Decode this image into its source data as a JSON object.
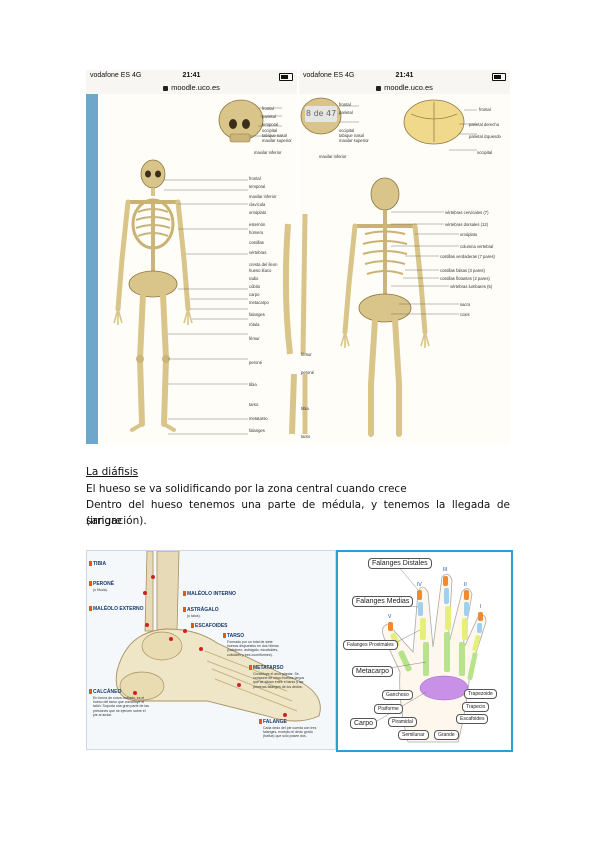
{
  "phone_left": {
    "carrier": "vodafone ES 4G",
    "time": "21:41",
    "url": "moodle.uco.es",
    "labels": [
      "frontal",
      "parietal",
      "temporal",
      "occipital",
      "tabique nasal",
      "maxilar superior",
      "maxilar inferior",
      "frontal",
      "temporal",
      "maxilar inferior",
      "clavícula",
      "omóplato",
      "esternón",
      "húmero",
      "costillas",
      "vértebras",
      "cresta del íleon",
      "hueso ilíaco",
      "radio",
      "cúbito",
      "carpo",
      "metacarpo",
      "falanges",
      "fémur",
      "peroné",
      "tibia",
      "tarso",
      "metatarso",
      "falanges",
      "rótula"
    ]
  },
  "phone_right": {
    "carrier": "vodafone ES 4G",
    "time": "21:41",
    "url": "moodle.uco.es",
    "page_badge": "8 de 47",
    "labels": [
      "frontal",
      "parietal",
      "occipital",
      "tabique nasal",
      "maxilar superior",
      "maxilar inferior",
      "frontal",
      "parietal derecho",
      "parietal izquierdo",
      "occipital",
      "vértebras cervicales (7)",
      "vértebras dorsales (12)",
      "omóplato",
      "columna vertebral",
      "costillas verdaderas (7 pares)",
      "costillas falsas (3 pares)",
      "costillas flotantes (2 pares)",
      "vértebras lumbares (5)",
      "sacro",
      "coxis",
      "fémur",
      "peroné",
      "tibia",
      "tarso"
    ]
  },
  "text": {
    "heading": "La diáfisis",
    "line1": "El hueso se va solidificando por la zona central cuando crece",
    "line2a": "Dentro del hueso tenemos una parte de médula, y tenemos la llegada de sangre",
    "line2b": "(irrigación)."
  },
  "foot_image": {
    "tibia": "TIBIA",
    "perone": "PERONÉ",
    "perone_sub": "(o fíbula).",
    "maleolo_externo": "MALÉOLO EXTERNO",
    "maleolo_interno": "MALÉOLO INTERNO",
    "astragalo": "ASTRÁGALO",
    "astragalo_sub": "(o talus).",
    "escafoides": "ESCAFOIDES",
    "tarso": "TARSO",
    "tarso_desc": "Formado por un total de siete huesos dispuestos en dos hileras (calcáneo, astrágalo, escafoides, cuboides y tres cuneiformes).",
    "metatarso": "METATARSO",
    "metatarso_desc": "Constituye el arco plantar. Se compone de cinco huesos largos que se sitúan entre el tarso y las primeras falanges de los dedos.",
    "calcaneo": "CALCÁNEO",
    "calcaneo_desc": "En forma de curva ovalado, es el hueso del tarso que constituye el talón. Soporta una gran parte de las presiones que se ejercen sobre el pie al andar.",
    "falange": "FALANGE",
    "falange_desc": "Cada dedo del pie cuenta con tres falanges, excepto el dedo gordo (hallux) que solo posee dos."
  },
  "hand_image": {
    "falanges_distales": "Falanges Distales",
    "falanges_medias": "Falanges Medias",
    "falanges_proximales": "Falanges Proximales",
    "metacarpo": "Metacarpo",
    "carpo": "Carpo",
    "ganchoso": "Ganchoso",
    "pisiforme": "Pisiforme",
    "piramidal": "Piramidal",
    "semilunar": "Semilunar",
    "grande": "Grande",
    "escafoides": "Escafoides",
    "trapecio": "Trapecio",
    "trapezoide": "Trapezoide",
    "fingers": [
      "I",
      "II",
      "III",
      "IV",
      "V"
    ]
  },
  "colors": {
    "bone": "#d9c58a",
    "hand_distal": "#f08a2c",
    "hand_medial": "#9fd0ee",
    "hand_proximal": "#e6ef7c",
    "hand_metacarpal": "#b9e38a",
    "hand_carpal": "#c990e8",
    "frame_blue": "#2a9fd1"
  }
}
